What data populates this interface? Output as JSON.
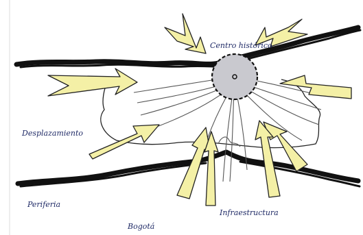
{
  "labels": {
    "historic_center": "Centro histórico",
    "displacement": "Desplazamiento",
    "periphery": "Periferia",
    "infrastructure": "Infraestructura",
    "city": "Bogotá"
  },
  "colors": {
    "ink": "#111111",
    "arrow_fill": "#f4f0a6",
    "center_fill": "#c9c9cf",
    "label_ink": "#1f2a66",
    "paper": "#ffffff"
  }
}
